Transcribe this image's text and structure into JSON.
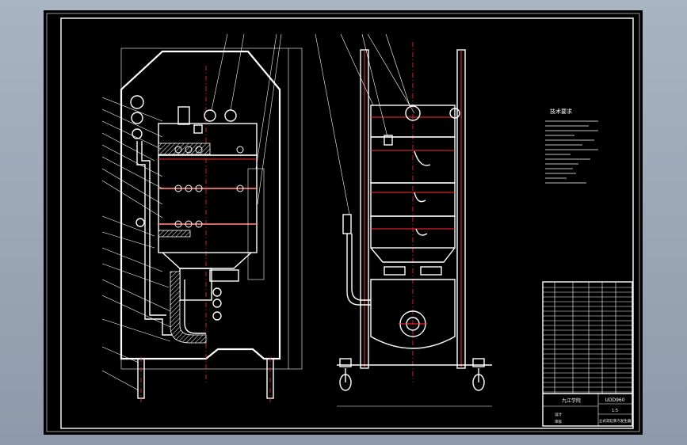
{
  "drawing": {
    "tech_requirements_title": "技术要求",
    "title_block": {
      "school": "九江学院",
      "drawing_no": "UDD960",
      "scale": "1:5",
      "project": "立式双缸蒸汽发生器",
      "designer": "设计",
      "checker": "审核"
    }
  },
  "colors": {
    "background": "#8e9aab",
    "sheet": "#000000",
    "line": "#ffffff",
    "centerline": "#ff2b2b"
  }
}
